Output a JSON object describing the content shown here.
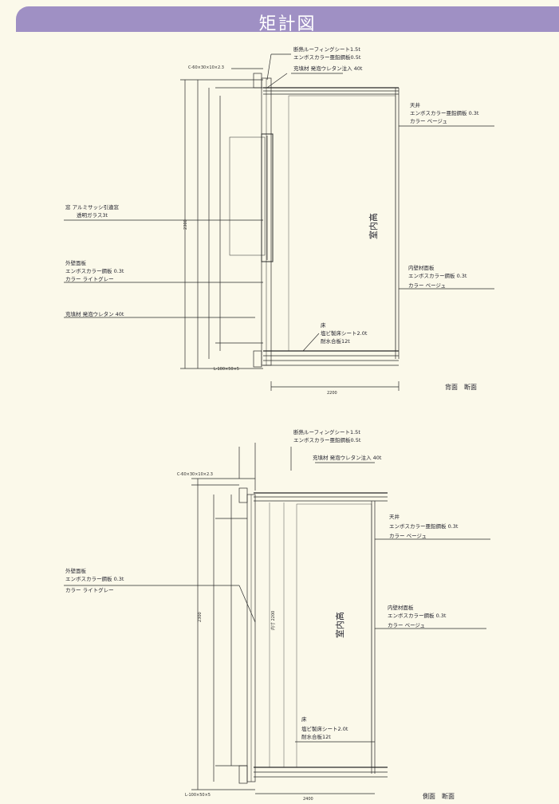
{
  "header": {
    "title": "矩計図"
  },
  "section1": {
    "caption": "背面　断面",
    "room_label": "室内高",
    "ann_roof_1": "断熱ルーフィングシート1.5t",
    "ann_roof_2": "エンボスカラー亜鉛鋼板0.5t",
    "ann_roof_3": "充填材 発泡ウレタン注入 40t",
    "ann_ceiling_1": "天井",
    "ann_ceiling_2": "エンボスカラー亜鉛鋼板 0.3t",
    "ann_ceiling_3": "カラー ベージュ",
    "ann_window_1": "窓 アルミサッシ引違窓",
    "ann_window_2": "透明ガラス3t",
    "ann_exterior_1": "外壁面板",
    "ann_exterior_2": "エンボスカラー鋼板 0.3t",
    "ann_exterior_3": "カラー ライトグレー",
    "ann_interior_1": "内壁材面板",
    "ann_interior_2": "エンボスカラー鋼板 0.3t",
    "ann_interior_3": "カラー ベージュ",
    "ann_insul": "充填材 発泡ウレタン 40t",
    "ann_floor_1": "床",
    "ann_floor_2": "塩ビ製床シート2.0t",
    "ann_floor_3": "耐水合板12t",
    "dim_top": "C-60×30×10×2.3",
    "dim_bottom": "L-100×50×5",
    "dim_w": "2200",
    "dim_h": "2300"
  },
  "section2": {
    "caption": "側面　断面",
    "room_label": "室内高",
    "ann_roof_1": "断熱ルーフィングシート1.5t",
    "ann_roof_2": "エンボスカラー亜鉛鋼板0.5t",
    "ann_roof_3": "充填材 発泡ウレタン注入 40t",
    "ann_ceiling_1": "天井",
    "ann_ceiling_2": "エンボスカラー亜鉛鋼板 0.3t",
    "ann_ceiling_3": "カラー ベージュ",
    "ann_exterior_1": "外壁面板",
    "ann_exterior_2": "エンボスカラー鋼板 0.3t",
    "ann_exterior_3": "カラー ライトグレー",
    "ann_interior_1": "内壁材面板",
    "ann_interior_2": "エンボスカラー鋼板 0.3t",
    "ann_interior_3": "カラー ベージュ",
    "ann_floor_1": "床",
    "ann_floor_2": "塩ビ製床シート2.0t",
    "ann_floor_3": "耐水合板12t",
    "dim_top": "C-60×30×10×2.3",
    "dim_bottom": "L-100×50×5",
    "dim_w": "2400",
    "dim_h": "2300",
    "dim_inner": "内寸 2200"
  }
}
